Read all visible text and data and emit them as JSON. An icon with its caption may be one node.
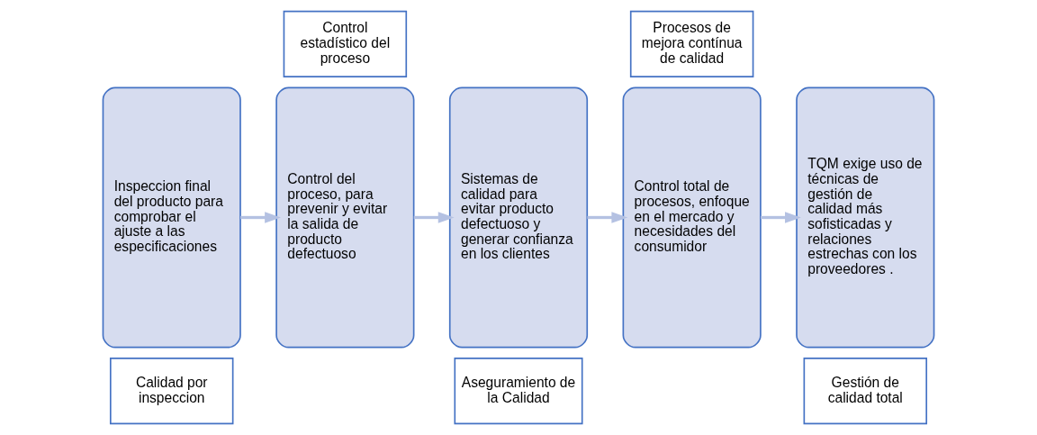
{
  "diagram": {
    "nodes": [
      {
        "text": [
          "Inspeccion final del producto para comprobar el ajuste a las especificaciones"
        ]
      },
      {
        "text": [
          "Calidad por inspeccion"
        ]
      },
      {
        "text": [
          "Control estadístico del proceso"
        ]
      },
      {
        "text": [
          "Control del proceso, para prevenir y evitar la salida de producto defectuoso"
        ]
      },
      {
        "text": [
          "Sistemas de calidad para evitar producto defectuoso y generar confianza en los clientes"
        ]
      },
      {
        "text": [
          "Aseguramiento de la Calidad"
        ]
      },
      {
        "text": [
          "Procesos de mejora contínua de calidad"
        ]
      },
      {
        "text": [
          "Control total de procesos, enfoque en el mercado y necesidades del consumidor"
        ]
      },
      {
        "text": [
          "TQM exige uso de técnicas de gestión de calidad más sofisticadas y relaciones estrechas con los proveedores ."
        ]
      },
      {
        "text": [
          "Gestión de calidad total"
        ]
      }
    ],
    "edges": [
      {
        "from": 0,
        "to": 3,
        "arrow": "to"
      },
      {
        "from": 3,
        "to": 4,
        "arrow": "to"
      },
      {
        "from": 4,
        "to": 7,
        "arrow": "to"
      },
      {
        "from": 7,
        "to": 8,
        "arrow": "to"
      }
    ]
  }
}
